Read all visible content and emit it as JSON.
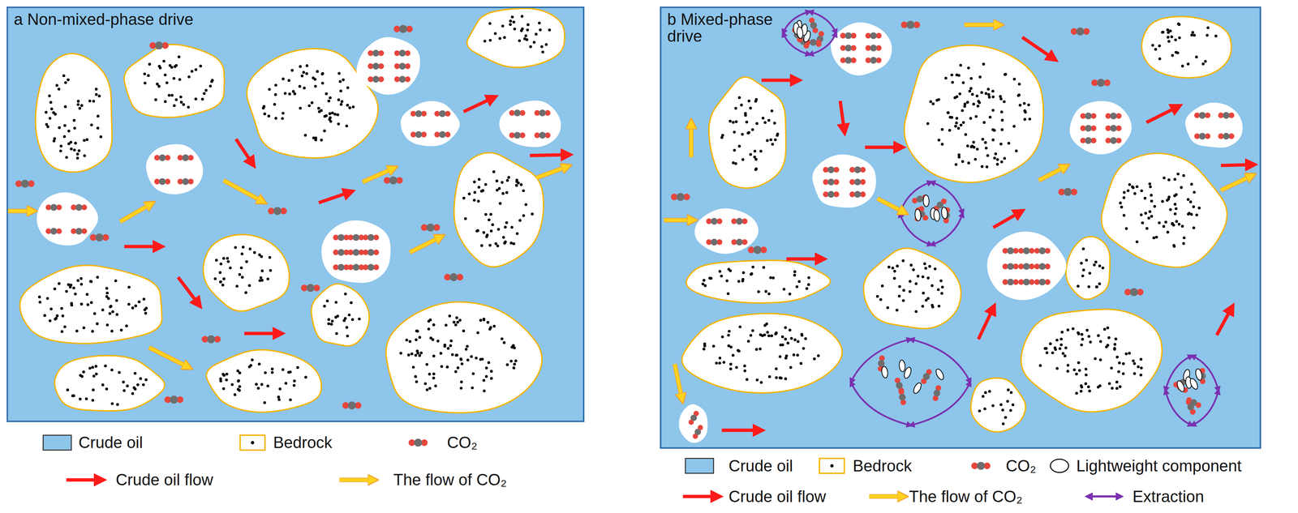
{
  "diagram": {
    "nodes": [
      {
        "text": [
          "a Non-mixed-phase drive"
        ]
      },
      {
        "text": [
          "b Mixed-phase drive"
        ]
      }
    ],
    "legend": [
      {
        "text": "Crude oil",
        "color": "#8ec5ea"
      },
      {
        "text": "Bedrock"
      },
      {
        "text": "CO₂"
      },
      {
        "text": "Crude oil flow"
      },
      {
        "text": "The flow of CO₂"
      },
      {
        "text": "Crude oil",
        "color": "#8ec5ea"
      },
      {
        "text": "Bedrock"
      },
      {
        "text": "CO₂"
      },
      {
        "text": "Lightweight component"
      },
      {
        "text": "Crude oil flow"
      },
      {
        "text": "The flow of CO₂"
      },
      {
        "text": "Extraction"
      }
    ]
  }
}
